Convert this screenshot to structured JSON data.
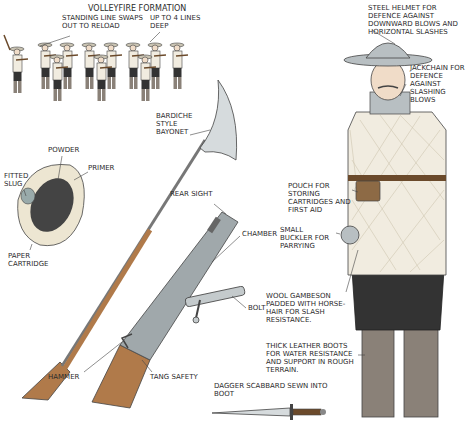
{
  "diagram": {
    "labels": [
      "VOLLEYFIRE FORMATION",
      "STANDING LINE SWAPS OUT TO RELOAD",
      "UP TO 4 LINES DEEP",
      "BARDICHE STYLE BAYONET",
      "POWDER",
      "PRIMER",
      "FITTED SLUG",
      "PAPER CARTRIDGE",
      "REAR SIGHT",
      "CHAMBER",
      "BOLT",
      "HAMMER",
      "TANG SAFETY",
      "STEEL HELMET FOR DEFENCE AGAINST DOWNWARD BLOWS AND HORIZONTAL SLASHES",
      "JACKCHAIN FOR DEFENCE AGAINST SLASHING BLOWS",
      "POUCH FOR STORING CARTRIDGES AND FIRST AID",
      "SMALL BUCKLER FOR PARRYING",
      "WOOL GAMBESON PADDED WITH HORSE-HAIR FOR SLASH RESISTANCE.",
      "THICK LEATHER BOOTS FOR WATER RESISTANCE AND SUPPORT IN ROUGH TERRAIN.",
      "DAGGER SCABBARD SEWN INTO BOOT"
    ]
  }
}
